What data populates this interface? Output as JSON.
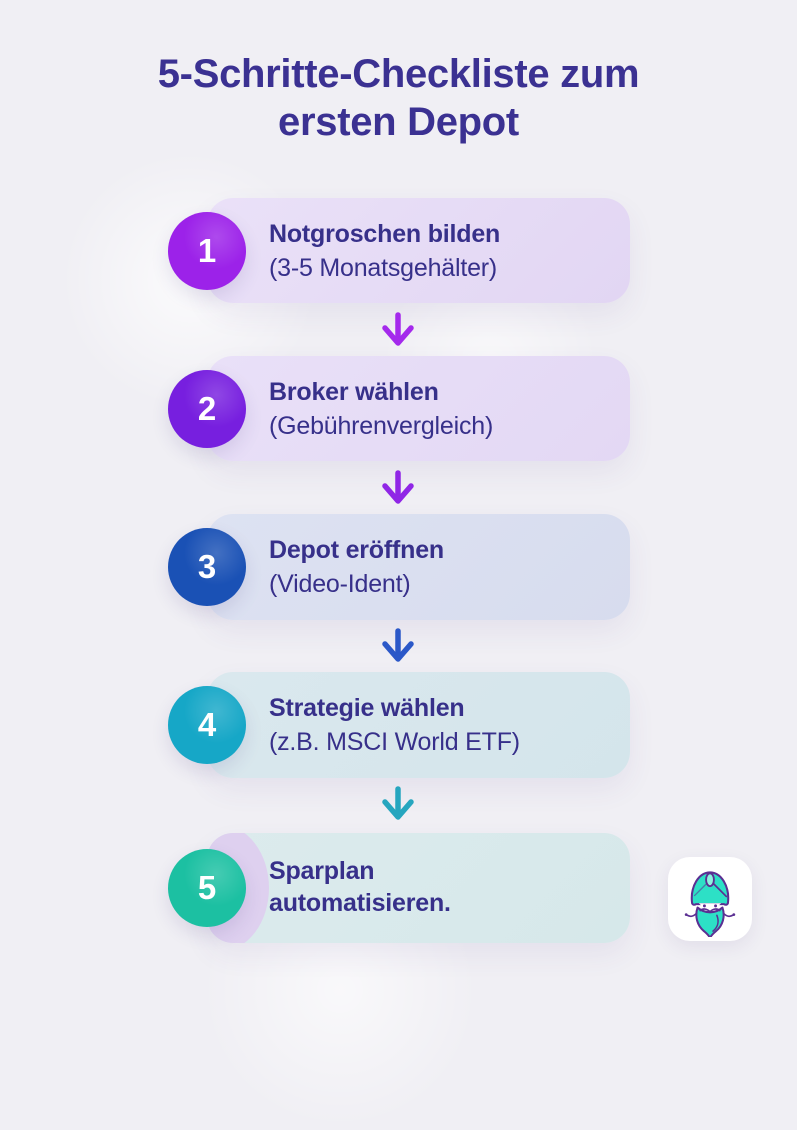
{
  "page": {
    "background": "#f0eff4"
  },
  "title": "5-Schritte-Checkliste zum ersten Depot",
  "title_color": "#3b3192",
  "text_color": "#37308a",
  "steps": [
    {
      "number": "1",
      "title": "Notgroschen bilden",
      "subtitle": "(3-5 Monatsgehälter)",
      "circle_color": "#9c22e9",
      "card_color": "#eae1f8",
      "card_color_2": "#e2d6f3"
    },
    {
      "number": "2",
      "title": "Broker wählen",
      "subtitle": "(Gebührenvergleich)",
      "circle_color": "#771fdf",
      "card_color": "#e9e0f8",
      "card_color_2": "#e3d8f4"
    },
    {
      "number": "3",
      "title": "Depot eröffnen",
      "subtitle": "(Video-Ident)",
      "circle_color": "#1a51b5",
      "card_color": "#dde2f2",
      "card_color_2": "#d7dcee"
    },
    {
      "number": "4",
      "title": "Strategie wählen",
      "subtitle": "(z.B. MSCI World ETF)",
      "circle_color": "#16a7c7",
      "card_color": "#dae8ee",
      "card_color_2": "#d4e5eb"
    },
    {
      "number": "5",
      "title": "Sparplan automatisieren.",
      "subtitle": "",
      "circle_color": "#1cc0a2",
      "card_color": "#dcebed",
      "card_color_2": "#d6e8ea",
      "blob_color": "#ded0ef"
    }
  ],
  "arrows": [
    {
      "name": "arrow-after-step-1",
      "color": "#a429ec"
    },
    {
      "name": "arrow-after-step-2",
      "color": "#9026e6"
    },
    {
      "name": "arrow-after-step-3",
      "color": "#2b58c8"
    },
    {
      "name": "arrow-after-step-4",
      "color": "#26a6bf"
    }
  ],
  "logo": {
    "name": "guru-logo",
    "teal": "#2de0c6",
    "outline": "#5b2f92",
    "bg": "#ffffff"
  }
}
